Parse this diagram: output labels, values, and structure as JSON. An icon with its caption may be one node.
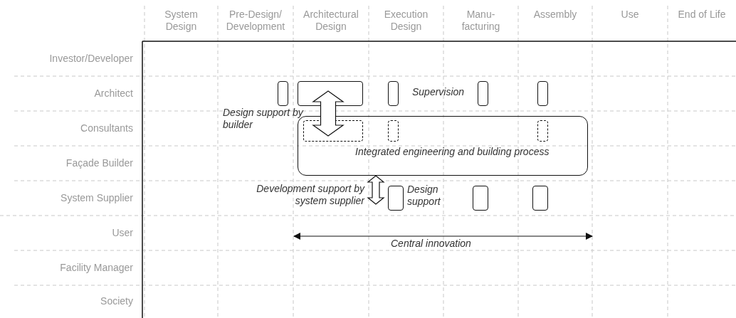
{
  "diagram": {
    "nodes": [
      {
        "text": [],
        "shape": "box"
      },
      {
        "text": [],
        "shape": "box"
      },
      {
        "text": [],
        "shape": "box"
      },
      {
        "text": [],
        "shape": "box"
      },
      {
        "text": [],
        "shape": "box"
      },
      {
        "text": [
          "Integrated engineering and building process"
        ]
      },
      {
        "text": [],
        "shape": "box",
        "in": 5
      },
      {
        "text": [],
        "shape": "box",
        "in": 5
      },
      {
        "text": [],
        "shape": "box",
        "in": 5
      },
      {
        "text": [],
        "shape": "box",
        "beside": [
          "Design support"
        ]
      },
      {
        "text": [],
        "shape": "box"
      },
      {
        "text": [],
        "shape": "box"
      }
    ],
    "edges": [
      {
        "from": 1,
        "to": 6,
        "arrow": "both",
        "label": "Design support by builder"
      },
      {
        "from": 5,
        "to": null,
        "arrow": "both",
        "label": "Development support by system supplier"
      }
    ],
    "labels": [
      "System Design",
      "Pre-Design/ Development",
      "Architectural Design",
      "Execution Design",
      "Manu- facturing",
      "Assembly",
      "Use",
      "End of Life",
      "Investor/Developer",
      "Architect",
      "Consultants",
      "Façade Builder",
      "System Supplier",
      "User",
      "Facility Manager",
      "Society",
      "Supervision",
      "Central innovation"
    ]
  }
}
